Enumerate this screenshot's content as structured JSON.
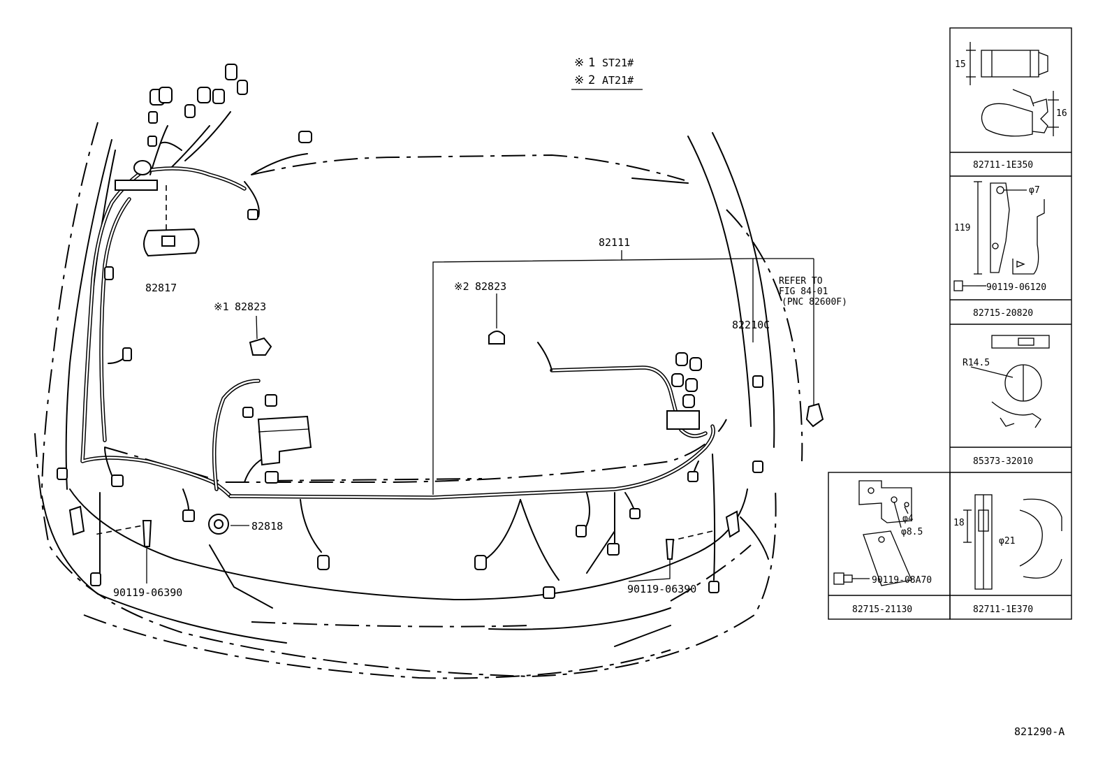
{
  "legend": {
    "mark": "※",
    "items": [
      {
        "num": "1",
        "code": "ST21#"
      },
      {
        "num": "2",
        "code": "AT21#"
      }
    ]
  },
  "main_labels": {
    "harness": "82111",
    "p82817": "82817",
    "p82823_1_mark": "※1",
    "p82823_1": "82823",
    "p82823_2_mark": "※2",
    "p82823_2": "82823",
    "p82818": "82818",
    "p82210c": "82210C",
    "bolt_left": "90119-06390",
    "bolt_right": "90119-06390",
    "refer_line1": "REFER TO",
    "refer_line2": "FIG 84-01",
    "refer_line3": "(PNC 82600F)"
  },
  "detail_panels": [
    {
      "part": "82711-1E350",
      "dims": [
        "15",
        "16"
      ]
    },
    {
      "part": "82715-20820",
      "dims": [
        "119",
        "φ7"
      ],
      "bolt": "90119-06120"
    },
    {
      "part": "85373-32010",
      "dims": [
        "R14.5"
      ]
    },
    {
      "part": "82711-1E370",
      "dims": [
        "18",
        "φ21"
      ]
    },
    {
      "part": "82715-21130",
      "dims": [
        "φ4",
        "φ8.5"
      ],
      "bolt": "90119-08A70"
    }
  ],
  "figure_id": "821290-A"
}
